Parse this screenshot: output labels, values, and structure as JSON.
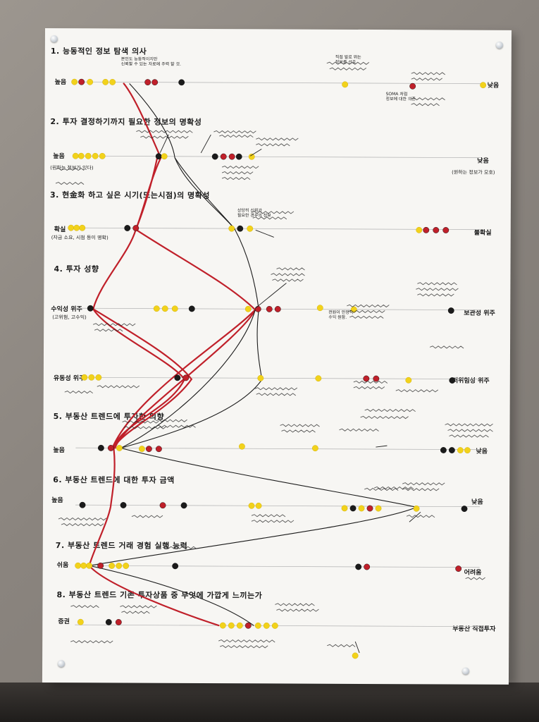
{
  "questions": [
    {
      "title": "1. 능동적인 정보 탐색 의사",
      "left": "높음",
      "right": "낮음",
      "left_sub": "",
      "right_sub": ""
    },
    {
      "title": "2. 투자 결정하기까지 필요한 정보의 명확성",
      "left": "높음",
      "right": "낮음",
      "left_sub": "(원하는 정보가 있다)",
      "right_sub": "(원하는 정보가 모호)"
    },
    {
      "title": "3. 현金화 하고 싶은 시기(또는시점)의 명확성",
      "left": "확실",
      "right": "불확실",
      "left_sub": "(자금 소요, 시점 등이 명확)",
      "right_sub": ""
    },
    {
      "title": "4. 투자 성향",
      "left": "수익성 위주",
      "right": "보관성 위주",
      "left_sub": "(고위험, 고수익)",
      "right_sub": ""
    },
    {
      "title": "",
      "left": "유동성 위주",
      "right": "저위험성 위주",
      "left_sub": "",
      "right_sub": ""
    },
    {
      "title": "5. 부동산 트렌드에 투자한 의향",
      "left": "높음",
      "right": "낮음",
      "left_sub": "",
      "right_sub": ""
    },
    {
      "title": "6. 부동산 트렌드에 대한 투자 금액",
      "left": "높음",
      "right": "낮음",
      "left_sub": "",
      "right_sub": ""
    },
    {
      "title": "7. 부동산 트렌드 거래 경험 실행 능력",
      "left": "쉬움",
      "right": "어려움",
      "left_sub": "",
      "right_sub": ""
    },
    {
      "title": "8. 부동산 트렌드 기존 투자상품 중 무엇에 가깝게 느끼는가",
      "left": "증권",
      "right": "부동산 직접투자",
      "left_sub": "",
      "right_sub": ""
    }
  ],
  "notes": [
    {
      "text": "본인도 능동적이지만\n신뢰할 수 있는 자료에 주력 할 것."
    },
    {
      "text": "직접 발로 뛰는\n정보를 선호"
    },
    {
      "text": "SOMA 처럼\n정보에 대한 의존"
    },
    {
      "text": "상당히 신뢰가\n필요한 경우의 정보"
    },
    {
      "text": ""
    },
    {
      "text": "전원이 안정적\n수익 원함."
    }
  ],
  "colors": {
    "red": "#c0202a",
    "black": "#1b1b1b",
    "yellow": "#f2d21b",
    "gray": "#4b4b4b",
    "ink": "#202020"
  }
}
